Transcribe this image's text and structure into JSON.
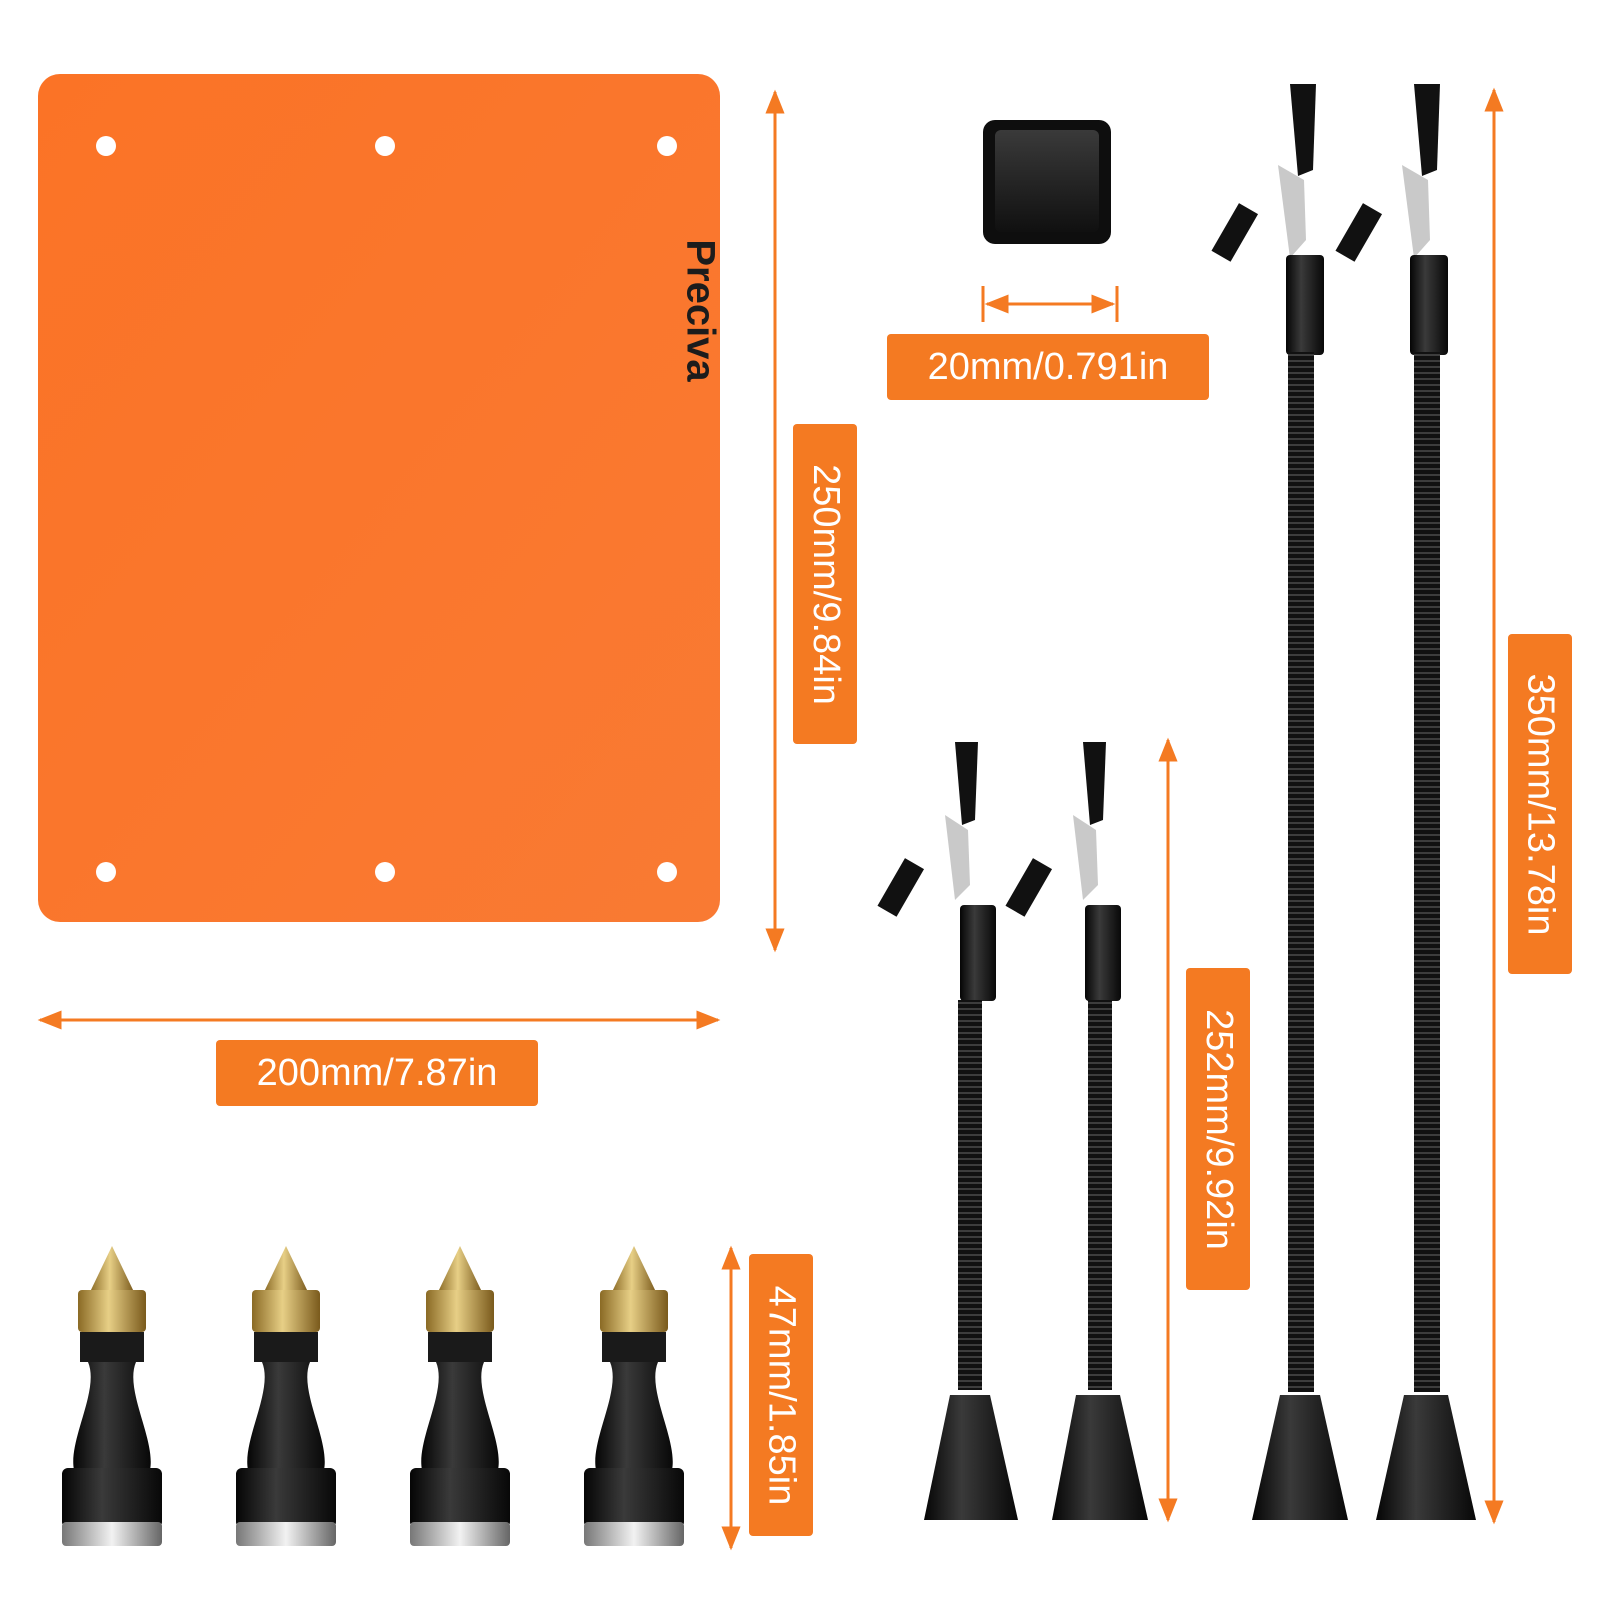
{
  "brand": "Preciva",
  "colors": {
    "plate": "#fb7428",
    "accent": "#f47a22",
    "metal_black": "#151515",
    "brass": "#c9a44a"
  },
  "dimensions": {
    "plate_width": "200mm/7.87in",
    "plate_height": "250mm/9.84in",
    "pad_width": "20mm/0.791in",
    "short_arm_length": "252mm/9.92in",
    "long_arm_length": "350mm/13.78in",
    "magnet_post_height": "47mm/1.85in"
  }
}
